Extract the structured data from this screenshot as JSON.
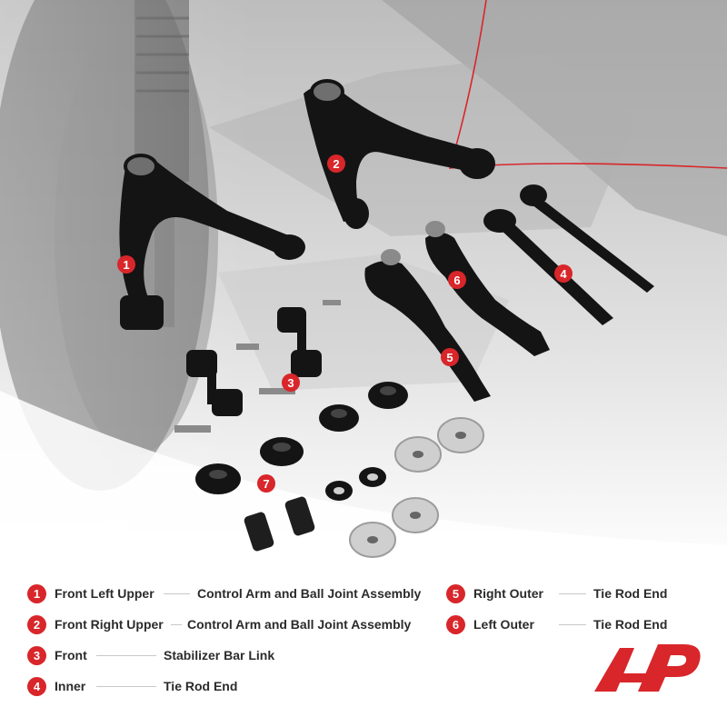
{
  "callouts": [
    {
      "num": "1",
      "label": "Front Left Upper",
      "desc": "Control Arm and Ball Joint Assembly"
    },
    {
      "num": "2",
      "label": "Front Right Upper",
      "desc": "Control Arm and Ball Joint Assembly"
    },
    {
      "num": "3",
      "label": "Front",
      "desc": "Stabilizer Bar Link"
    },
    {
      "num": "4",
      "label": "Inner",
      "desc": "Tie Rod End"
    },
    {
      "num": "5",
      "label": "Right Outer",
      "desc": "Tie Rod End"
    },
    {
      "num": "6",
      "label": "Left Outer",
      "desc": "Tie Rod End"
    },
    {
      "num": "7"
    }
  ],
  "colors": {
    "accent": "#d8262a",
    "text": "#2b2b2b",
    "parts": "#141414"
  },
  "icons": {
    "logo": "brand-logo-icon"
  }
}
